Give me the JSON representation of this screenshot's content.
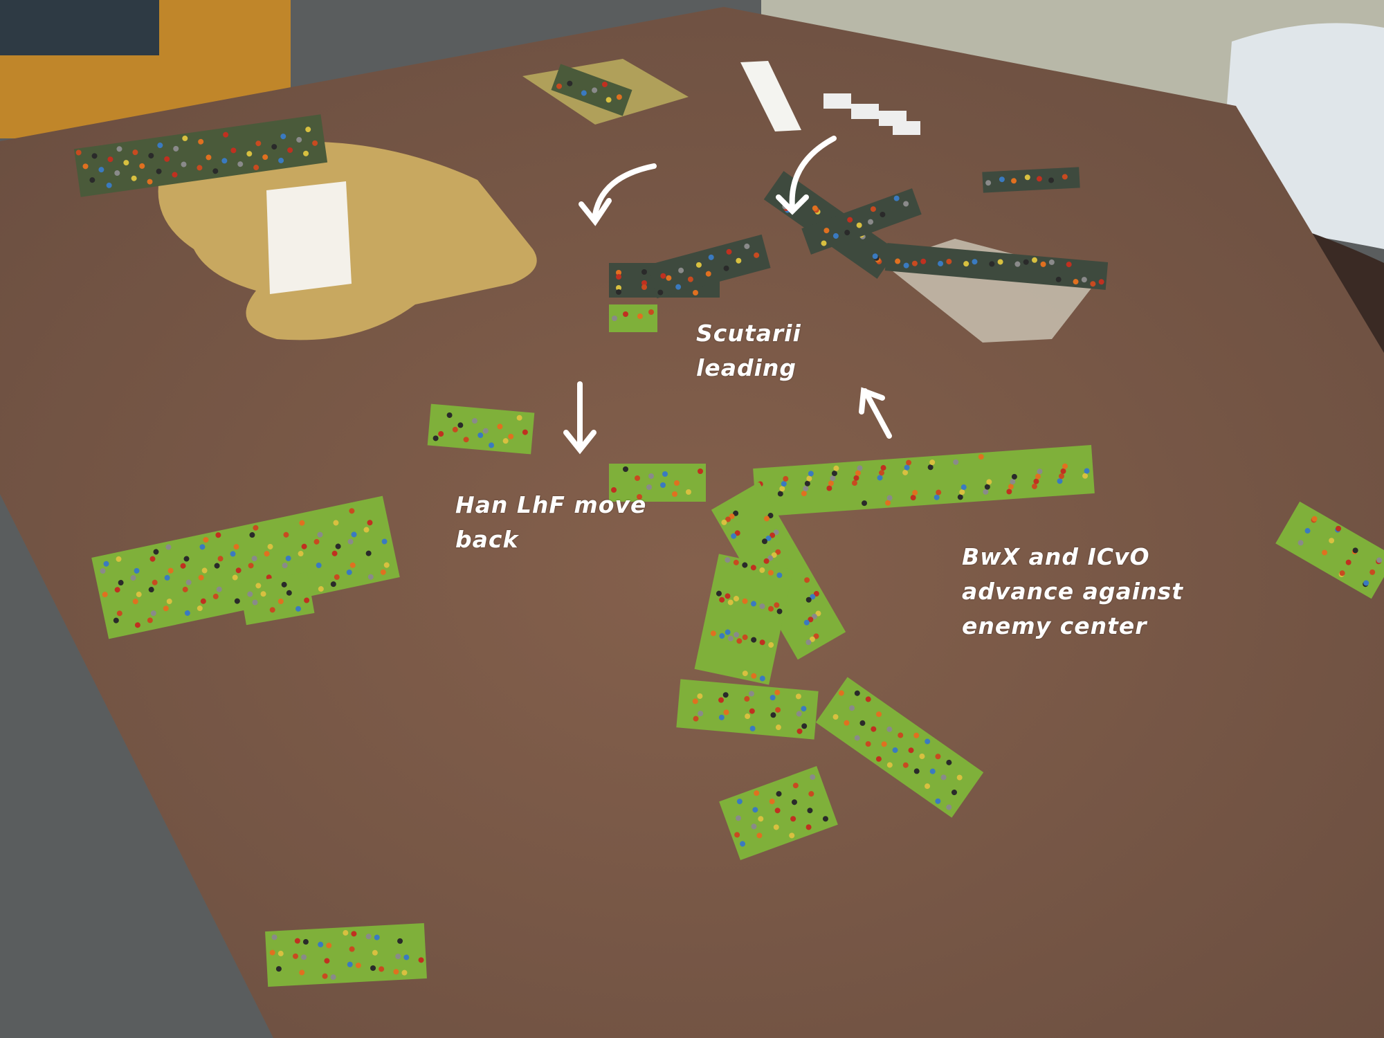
{
  "annotations": {
    "scutarii": "Scutarii\nleading",
    "han": "Han LhF move\nback",
    "bwx": "BwX and ICvO\nadvance against\nenemy center"
  },
  "colors": {
    "table": "#7a5a48",
    "floor": "#55585a",
    "cork": "#c8a860",
    "base": "#7fb03a"
  }
}
